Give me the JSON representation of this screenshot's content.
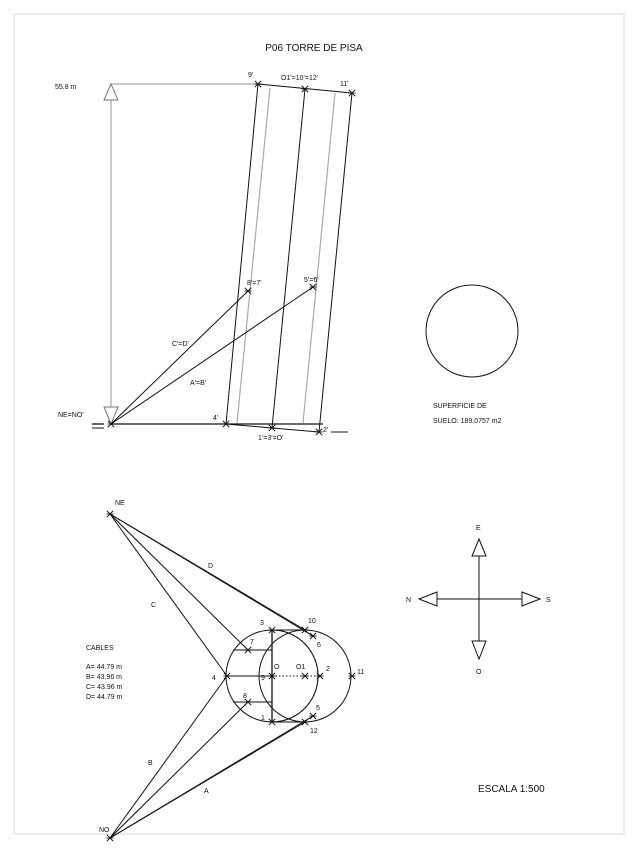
{
  "title": "P06 TORRE DE PISA",
  "elevation": {
    "height_label": "55.8 m",
    "labels": {
      "p9": "9'",
      "top_center": "O1'=10'=12'",
      "p11": "11'",
      "p8_7": "8'=7'",
      "p5_6": "5'=6'",
      "cd": "C'=D'",
      "ab": "A'=B'",
      "ne_no": "NE=NO'",
      "p4": "4'",
      "p1_3_0": "1'=3'=O'",
      "p2": "2'"
    }
  },
  "surface": {
    "line1": "SUPERFICIE DE",
    "line2": "SUELO: 189.0757 m2"
  },
  "plan": {
    "labels": {
      "NE": "NE",
      "NO": "NO",
      "A": "A",
      "B": "B",
      "C": "C",
      "D": "D",
      "p1": "1",
      "p2": "2",
      "p3": "3",
      "p4": "4",
      "p5": "5",
      "p6": "6",
      "p7": "7",
      "p8": "8",
      "p9": "9",
      "p10": "10",
      "p11": "11",
      "p12": "12",
      "O": "O",
      "O1": "O1"
    }
  },
  "cables": {
    "title": "CABLES",
    "items": [
      "A= 44.79 m",
      "B= 43.96 m",
      "C= 43.96 m",
      "D= 44.79 m"
    ]
  },
  "compass": {
    "E": "E",
    "N": "N",
    "S": "S",
    "O": "O"
  },
  "scale": "ESCALA 1:500"
}
